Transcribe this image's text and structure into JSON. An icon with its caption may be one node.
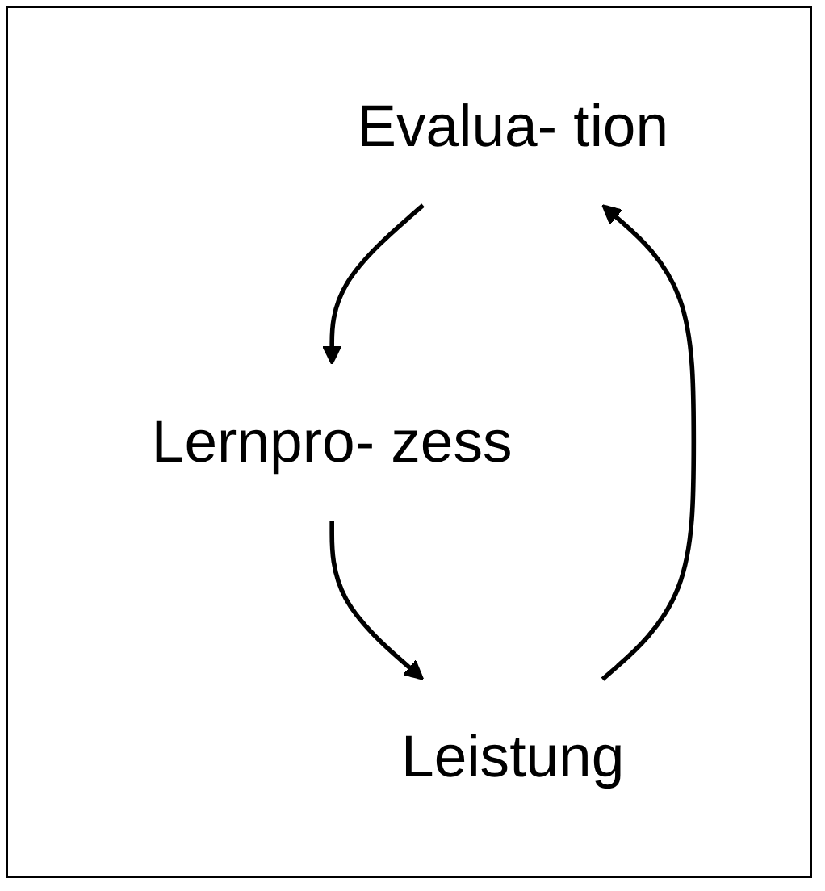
{
  "diagram": {
    "nodes": [
      {
        "text": [
          "Evalua- tion"
        ]
      },
      {
        "text": [
          "Lernpro- zess"
        ]
      },
      {
        "text": [
          "Leistung"
        ]
      }
    ],
    "edges": [
      {
        "from": 0,
        "to": 1,
        "arrow": "to"
      },
      {
        "from": 1,
        "to": 2,
        "arrow": "to"
      },
      {
        "from": 2,
        "to": 0,
        "arrow": "to"
      }
    ]
  }
}
